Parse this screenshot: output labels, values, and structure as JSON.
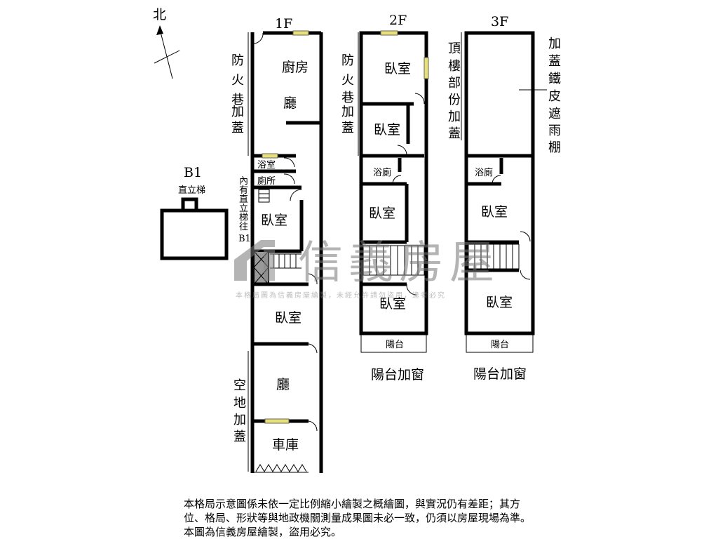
{
  "north_label": "北",
  "b1": {
    "title": "B1",
    "ladder": "直立梯"
  },
  "floor1": {
    "title": "1F",
    "rooms": [
      "廚房",
      "廳",
      "浴室",
      "廁所",
      "臥室",
      "臥室",
      "廳",
      "車庫"
    ],
    "side_fire_lane": [
      "防",
      "火",
      "巷",
      "加",
      "蓋"
    ],
    "side_ladder": [
      "內",
      "有",
      "直",
      "立",
      "梯",
      "往",
      "B1"
    ],
    "side_open_space": [
      "空",
      "地",
      "加",
      "蓋"
    ]
  },
  "floor2": {
    "title": "2F",
    "rooms": [
      "臥室",
      "臥室",
      "浴廁",
      "臥室",
      "臥室"
    ],
    "balcony": "陽台",
    "balcony_note": "陽台加窗",
    "side_fire_lane": [
      "防",
      "火",
      "巷",
      "加",
      "蓋"
    ]
  },
  "floor3": {
    "title": "3F",
    "rooms": [
      "浴廁",
      "臥室",
      "臥室"
    ],
    "balcony": "陽台",
    "balcony_note": "陽台加窗",
    "side_roof": [
      "頂",
      "樓",
      "部",
      "份",
      "加",
      "蓋"
    ],
    "side_shed": [
      "加",
      "蓋",
      "鐵",
      "皮",
      "遮",
      "雨",
      "棚"
    ]
  },
  "watermark": {
    "brand": "信義房屋",
    "notice": "本格局圖為信義房屋繪製，未經允許請勿盜用，違者必究"
  },
  "disclaimer": [
    "本格局示意圖係未依一定比例縮小繪製之概繪圖，與實況仍有差距；其方",
    "位、格局、形狀等與地政機關測量成果圖未必一致，仍須以房屋現場為準。",
    "本圖為信義房屋繪製，盜用必究。"
  ]
}
